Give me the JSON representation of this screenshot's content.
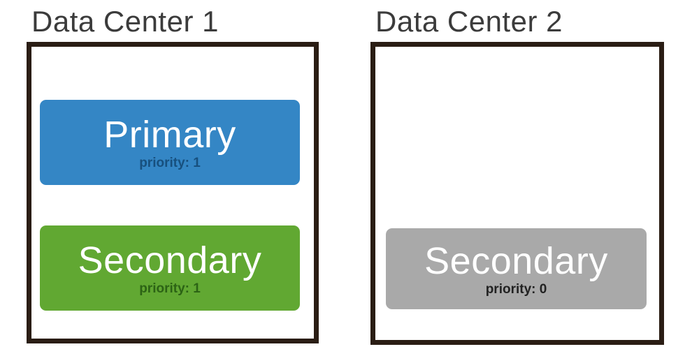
{
  "diagram": {
    "background": "#ffffff",
    "title_color": "#3b3b3b",
    "box_border_color": "#2a1d14",
    "datacenters": [
      {
        "title": "Data Center 1",
        "nodes": [
          {
            "role": "Primary",
            "priority_label": "priority: 1",
            "bg": "#3486c5",
            "role_color": "#ffffff",
            "priority_color": "#17507e"
          },
          {
            "role": "Secondary",
            "priority_label": "priority: 1",
            "bg": "#61a832",
            "role_color": "#ffffff",
            "priority_color": "#2c6315"
          }
        ]
      },
      {
        "title": "Data Center 2",
        "nodes": [
          {
            "role": "Secondary",
            "priority_label": "priority: 0",
            "bg": "#a9a9a9",
            "role_color": "#ffffff",
            "priority_color": "#222222"
          }
        ]
      }
    ]
  }
}
